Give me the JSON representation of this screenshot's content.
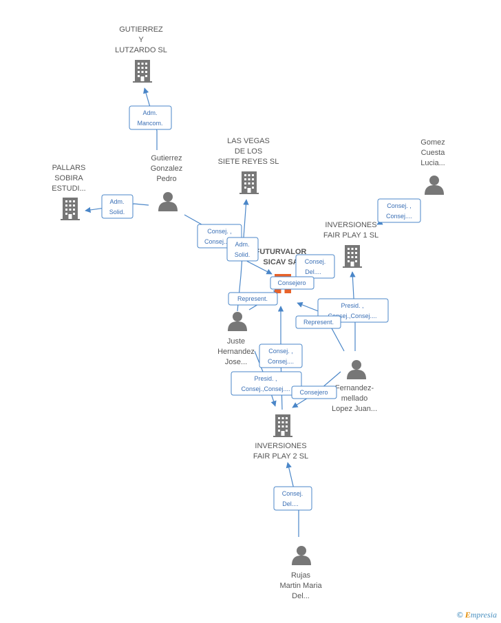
{
  "nodes": [
    {
      "id": "gutierrez_lutzardo",
      "type": "company",
      "lines": [
        "GUTIERREZ",
        "Y",
        "LUTZARDO  SL"
      ]
    },
    {
      "id": "las_vegas",
      "type": "company",
      "lines": [
        "LAS VEGAS",
        "DE LOS",
        "SIETE REYES SL"
      ]
    },
    {
      "id": "gomez",
      "type": "person",
      "lines": [
        "Gomez",
        "Cuesta",
        "Lucia..."
      ]
    },
    {
      "id": "pallars",
      "type": "company",
      "lines": [
        "PALLARS",
        "SOBIRA",
        "ESTUDI..."
      ]
    },
    {
      "id": "gutierrez_pedro",
      "type": "person",
      "lines": [
        "Gutierrez",
        "Gonzalez",
        "Pedro"
      ]
    },
    {
      "id": "fair_play_1",
      "type": "company",
      "lines": [
        "INVERSIONES",
        "FAIR PLAY 1 SL"
      ]
    },
    {
      "id": "futurvalor",
      "type": "company_focus",
      "lines": [
        "FUTURVALOR",
        "SICAV SA"
      ]
    },
    {
      "id": "juste",
      "type": "person",
      "lines": [
        "Juste",
        "Hernandez",
        "Jose..."
      ]
    },
    {
      "id": "fernandez",
      "type": "person",
      "lines": [
        "Fernandez-",
        "mellado",
        "Lopez Juan..."
      ]
    },
    {
      "id": "fair_play_2",
      "type": "company",
      "lines": [
        "INVERSIONES",
        "FAIR PLAY 2 SL"
      ]
    },
    {
      "id": "rujas",
      "type": "person",
      "lines": [
        "Rujas",
        "Martin Maria",
        "Del..."
      ]
    }
  ],
  "edge_labels": [
    {
      "id": "adm_mancom",
      "lines": [
        "Adm.",
        "Mancom."
      ]
    },
    {
      "id": "adm_solid_1",
      "lines": [
        "Adm.",
        "Solid."
      ]
    },
    {
      "id": "consej_1",
      "lines": [
        "Consej. ,",
        "Consej...."
      ]
    },
    {
      "id": "consej_2",
      "lines": [
        "Consej. ,",
        "Consej...."
      ]
    },
    {
      "id": "adm_solid_2",
      "lines": [
        "Adm.",
        "Solid."
      ]
    },
    {
      "id": "consej_del_1",
      "lines": [
        "Consej.",
        "Del...."
      ]
    },
    {
      "id": "consejero_1",
      "lines": [
        "Consejero"
      ]
    },
    {
      "id": "represent_1",
      "lines": [
        "Represent."
      ]
    },
    {
      "id": "presid_1",
      "lines": [
        "Presid. ,",
        "Consej.,Consej...."
      ]
    },
    {
      "id": "represent_2",
      "lines": [
        "Represent."
      ]
    },
    {
      "id": "consej_3",
      "lines": [
        "Consej. ,",
        "Consej...."
      ]
    },
    {
      "id": "presid_2",
      "lines": [
        "Presid. ,",
        "Consej.,Consej...."
      ]
    },
    {
      "id": "consejero_2",
      "lines": [
        "Consejero"
      ]
    },
    {
      "id": "consej_del_2",
      "lines": [
        "Consej.",
        "Del...."
      ]
    }
  ],
  "footer": {
    "copyright": "©",
    "brand_first": "E",
    "brand_rest": "mpresia"
  },
  "colors": {
    "edge": "#4a86c8",
    "icon": "#777777",
    "focus": "#e8632a"
  }
}
